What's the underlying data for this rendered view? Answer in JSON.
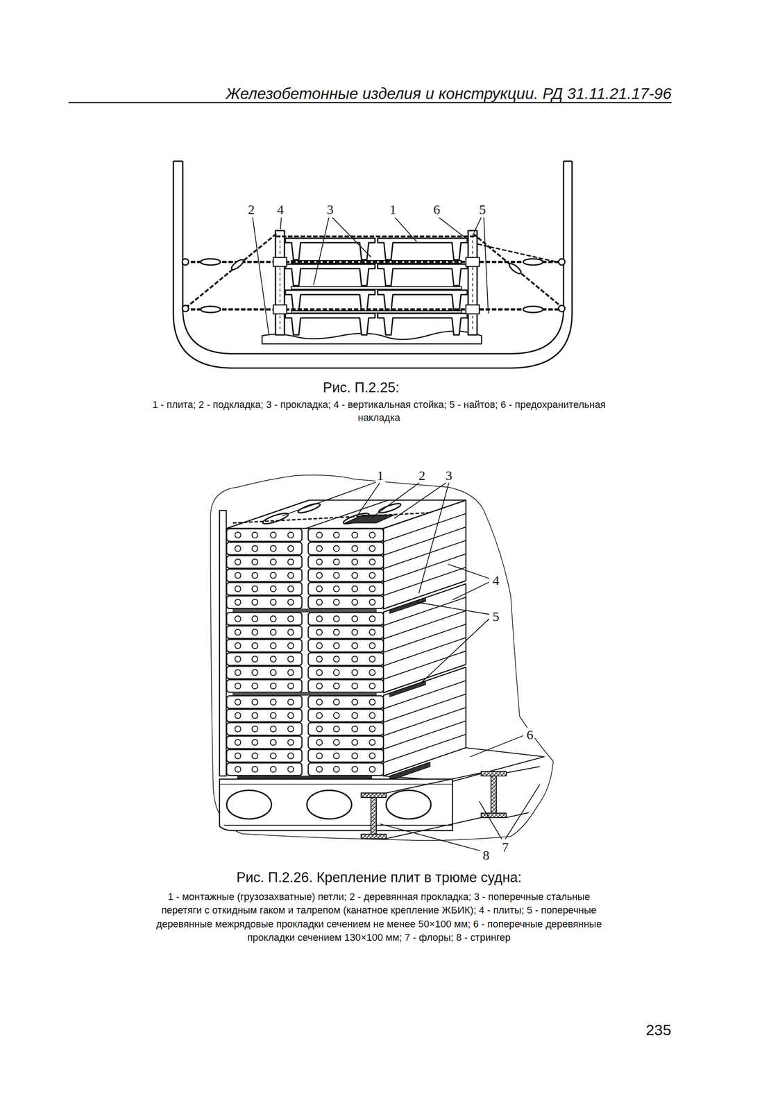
{
  "diagram": {
    "title": "Железобетонные изделия и конструкции. РД 31.11.21.17-96",
    "labels": [
      "2",
      "4",
      "3",
      "1",
      "6",
      "5",
      "Рис. П.2.25:",
      "1 - плита; 2 - подкладка; 3 - прокладка; 4 - вертикальная стойка; 5 - найтов; 6 - предохранительная накладка",
      "1",
      "2",
      "3",
      "4",
      "5",
      "6",
      "7",
      "8",
      "Рис. П.2.26. Крепление плит в трюме судна:",
      "1 - монтажные (грузозахватные) петли; 2 - деревянная прокладка; 3 - поперечные стальные перетяги с откидным гаком и талрепом (канатное крепление ЖБИК); 4 - плиты; 5 - поперечные деревянные межрядовые прокладки сечением не менее 50×100 мм; 6 - поперечные деревянные прокладки сечением 130×100 мм; 7 - флоры; 8 - стрингер",
      "235"
    ]
  }
}
